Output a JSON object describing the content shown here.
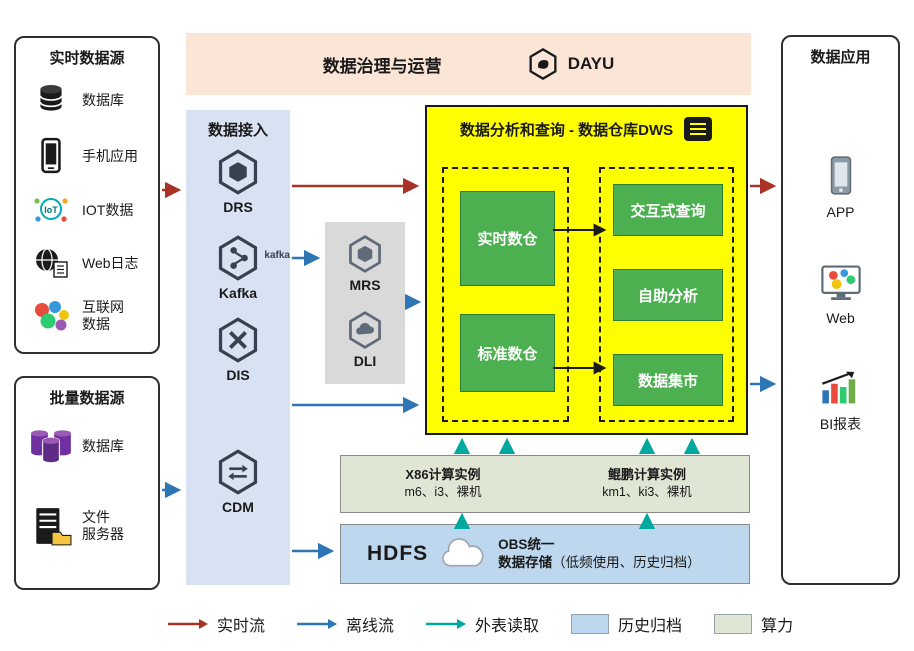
{
  "governance": {
    "title": "数据治理与运营",
    "logo_text": "DAYU"
  },
  "realtime_sources": {
    "title": "实时数据源",
    "items": [
      {
        "label": "数据库",
        "icon": "database-icon"
      },
      {
        "label": "手机应用",
        "icon": "phone-icon"
      },
      {
        "label": "IOT数据",
        "icon": "iot-icon",
        "icon_text": "IoT"
      },
      {
        "label": "Web日志",
        "icon": "web-globe-icon"
      },
      {
        "label": "互联网\n数据",
        "icon": "internet-data-icon"
      }
    ]
  },
  "batch_sources": {
    "title": "批量数据源",
    "items": [
      {
        "label": "数据库",
        "icon": "database-purple-icon"
      },
      {
        "label": "文件\n服务器",
        "icon": "file-server-icon"
      }
    ]
  },
  "ingestion": {
    "title": "数据接入",
    "items": [
      {
        "label": "DRS",
        "icon": "drs-hexagon-icon"
      },
      {
        "label": "Kafka",
        "icon": "kafka-hexagon-icon",
        "icon_text": "kafka"
      },
      {
        "label": "DIS",
        "icon": "dis-hexagon-icon"
      },
      {
        "label": "CDM",
        "icon": "cdm-hexagon-icon"
      }
    ]
  },
  "processing": {
    "items": [
      {
        "label": "MRS",
        "icon": "mrs-hexagon-icon"
      },
      {
        "label": "DLI",
        "icon": "dli-hexagon-icon"
      }
    ]
  },
  "dws": {
    "title": "数据分析和查询 - 数据仓库DWS",
    "warehouses": [
      "实时数仓",
      "标准数仓"
    ],
    "services": [
      "交互式查询",
      "自助分析",
      "数据集市"
    ]
  },
  "compute": {
    "x86": {
      "title": "X86计算实例",
      "specs": "m6、i3、裸机"
    },
    "kunpeng": {
      "title": "鲲鹏计算实例",
      "specs": "km1、ki3、裸机"
    }
  },
  "storage": {
    "hdfs": "HDFS",
    "obs_line1": "OBS统一",
    "obs_line2": "数据存储",
    "obs_note": "（低频使用、历史归档）"
  },
  "applications": {
    "title": "数据应用",
    "items": [
      {
        "label": "APP",
        "icon": "app-phone-icon"
      },
      {
        "label": "Web",
        "icon": "web-monitor-icon"
      },
      {
        "label": "BI报表",
        "icon": "bi-report-icon"
      }
    ]
  },
  "legend": {
    "items": [
      {
        "label": "实时流",
        "type": "arrow",
        "color": "#a93226"
      },
      {
        "label": "离线流",
        "type": "arrow",
        "color": "#2e75b6"
      },
      {
        "label": "外表读取",
        "type": "arrow",
        "color": "#00a99d"
      },
      {
        "label": "历史归档",
        "type": "swatch",
        "color": "#bdd7ee"
      },
      {
        "label": "算力",
        "type": "swatch",
        "color": "#dfe6d4"
      }
    ]
  },
  "colors": {
    "realtime_flow": "#a93226",
    "offline_flow": "#2e75b6",
    "external_read": "#00a99d",
    "dws_background": "#ffff00",
    "warehouse_green": "#4caf50",
    "ingestion_background": "#d9e2f3",
    "governance_background": "#fbe5d6",
    "storage_background": "#bdd7ee",
    "compute_background": "#dfe6d4",
    "processing_background": "#d9d9d9"
  }
}
